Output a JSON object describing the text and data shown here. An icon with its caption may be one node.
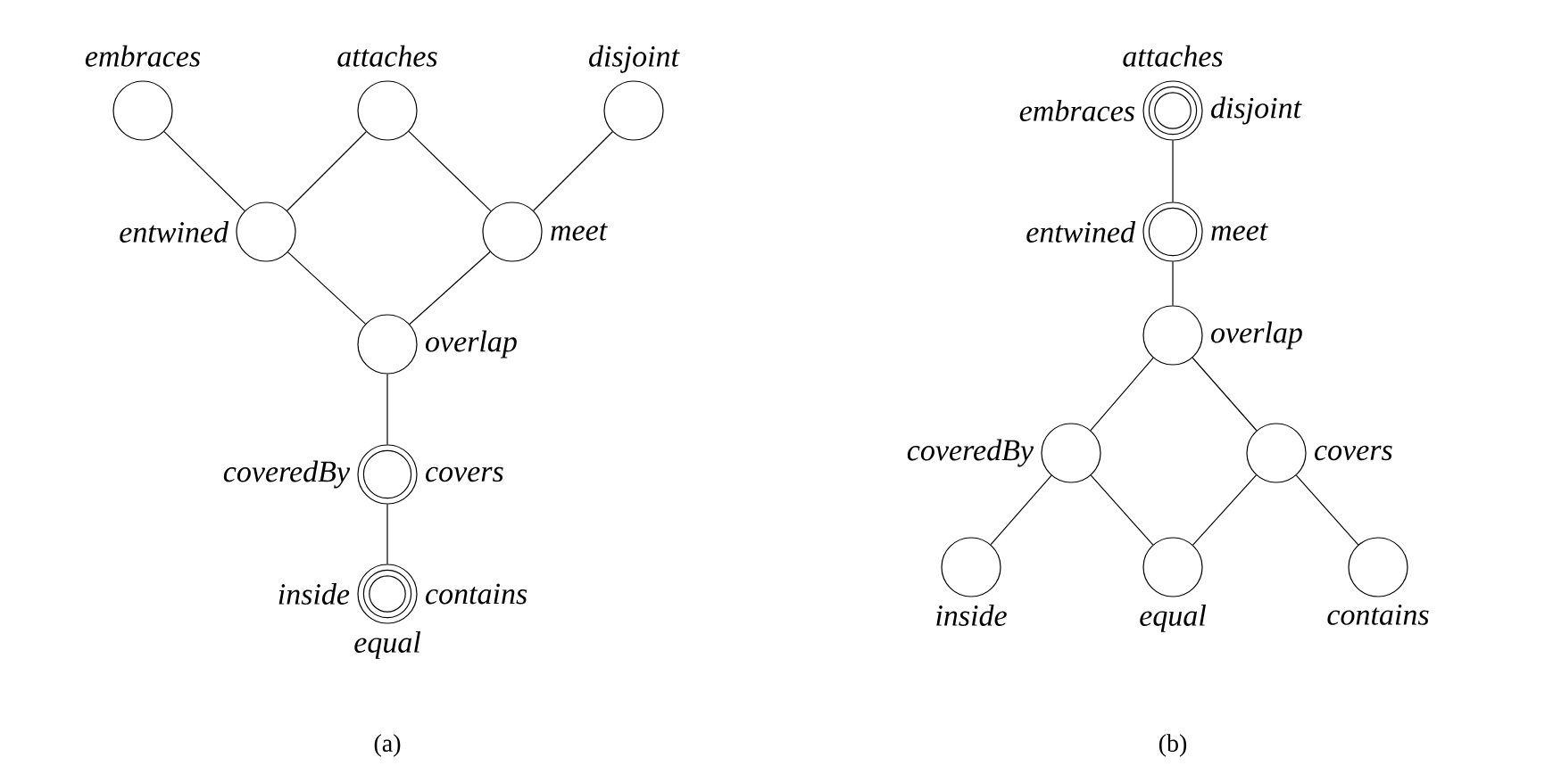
{
  "diagram": {
    "nodes": [
      {
        "text": [],
        "shape": "circle",
        "beside": [
          "embraces"
        ]
      },
      {
        "text": [],
        "shape": "circle",
        "beside": [
          "attaches"
        ]
      },
      {
        "text": [],
        "shape": "circle",
        "beside": [
          "disjoint"
        ]
      },
      {
        "text": [],
        "shape": "circle",
        "beside": [
          "entwined"
        ]
      },
      {
        "text": [],
        "shape": "circle",
        "beside": [
          "meet"
        ]
      },
      {
        "text": [],
        "shape": "circle",
        "beside": [
          "overlap"
        ]
      },
      {
        "text": [],
        "shape": "circle",
        "beside": [
          "coveredBy",
          "covers"
        ]
      },
      {
        "text": [],
        "shape": "circle",
        "beside": [
          "inside",
          "contains",
          "equal"
        ]
      },
      {
        "text": [],
        "shape": "circle",
        "beside": [
          "attaches",
          "embraces",
          "disjoint"
        ]
      },
      {
        "text": [],
        "shape": "circle",
        "beside": [
          "entwined",
          "meet"
        ]
      },
      {
        "text": [],
        "shape": "circle",
        "beside": [
          "overlap"
        ]
      },
      {
        "text": [],
        "shape": "circle",
        "beside": [
          "coveredBy"
        ]
      },
      {
        "text": [],
        "shape": "circle",
        "beside": [
          "covers"
        ]
      },
      {
        "text": [],
        "shape": "circle",
        "beside": [
          "inside"
        ]
      },
      {
        "text": [],
        "shape": "circle",
        "beside": [
          "equal"
        ]
      },
      {
        "text": [],
        "shape": "circle",
        "beside": [
          "contains"
        ]
      }
    ],
    "edges": [
      {
        "from": 0,
        "to": 3,
        "arrow": "none"
      },
      {
        "from": 1,
        "to": 3,
        "arrow": "none"
      },
      {
        "from": 1,
        "to": 4,
        "arrow": "none"
      },
      {
        "from": 2,
        "to": 4,
        "arrow": "none"
      },
      {
        "from": 3,
        "to": 5,
        "arrow": "none"
      },
      {
        "from": 4,
        "to": 5,
        "arrow": "none"
      },
      {
        "from": 5,
        "to": 6,
        "arrow": "none"
      },
      {
        "from": 6,
        "to": 7,
        "arrow": "none"
      },
      {
        "from": 8,
        "to": 9,
        "arrow": "none"
      },
      {
        "from": 9,
        "to": 10,
        "arrow": "none"
      },
      {
        "from": 10,
        "to": 11,
        "arrow": "none"
      },
      {
        "from": 10,
        "to": 12,
        "arrow": "none"
      },
      {
        "from": 11,
        "to": 13,
        "arrow": "none"
      },
      {
        "from": 11,
        "to": 14,
        "arrow": "none"
      },
      {
        "from": 12,
        "to": 14,
        "arrow": "none"
      },
      {
        "from": 12,
        "to": 15,
        "arrow": "none"
      }
    ],
    "labels": [
      "(a)",
      "(b)"
    ]
  }
}
